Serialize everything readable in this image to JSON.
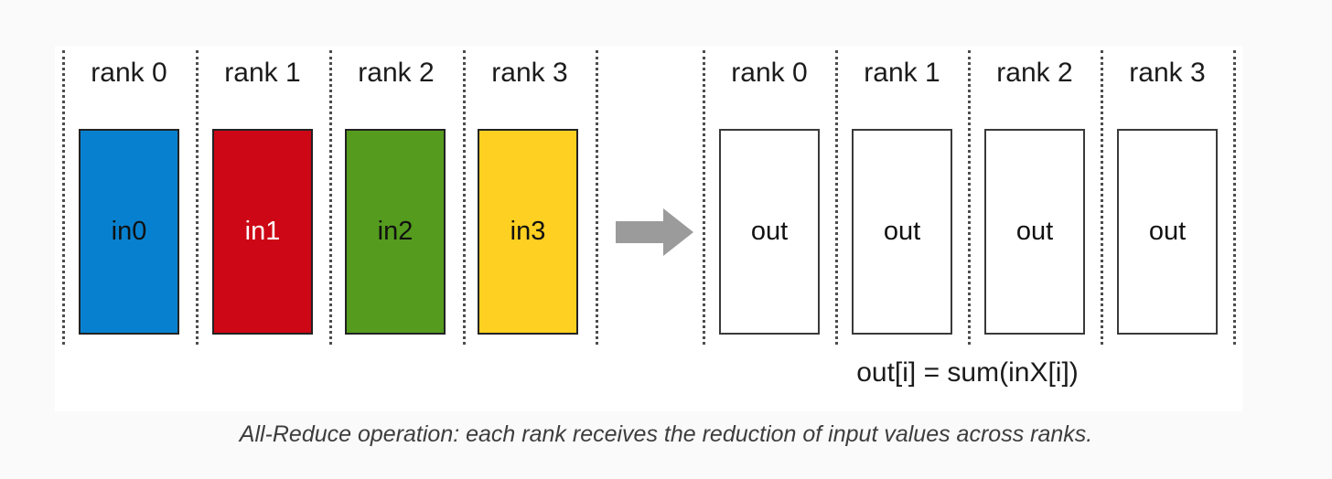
{
  "figure": {
    "caption": "All-Reduce operation: each rank receives the reduction of input values across ranks.",
    "formula": "out[i] = sum(inX[i])",
    "arrow_icon": "right-arrow-icon",
    "colors": {
      "page_background": "#fafafa",
      "panel_background": "#ffffff",
      "divider": "#4d4d4d",
      "arrow": "#9b9b9b",
      "box_border": "#232323",
      "output_box_border": "#3a3a3a",
      "text": "#1b1b1b",
      "caption_text": "#3d3d3d"
    },
    "input_group": {
      "ranks": [
        {
          "rank_label": "rank 0",
          "box_label": "in0",
          "fill": "#0781cf",
          "text_color": "#111111"
        },
        {
          "rank_label": "rank 1",
          "box_label": "in1",
          "fill": "#cd0715",
          "text_color": "#ffffff"
        },
        {
          "rank_label": "rank 2",
          "box_label": "in2",
          "fill": "#549b1e",
          "text_color": "#111111"
        },
        {
          "rank_label": "rank 3",
          "box_label": "in3",
          "fill": "#fdd021",
          "text_color": "#111111"
        }
      ]
    },
    "output_group": {
      "ranks": [
        {
          "rank_label": "rank 0",
          "box_label": "out",
          "fill": "#ffffff",
          "text_color": "#111111"
        },
        {
          "rank_label": "rank 1",
          "box_label": "out",
          "fill": "#ffffff",
          "text_color": "#111111"
        },
        {
          "rank_label": "rank 2",
          "box_label": "out",
          "fill": "#ffffff",
          "text_color": "#111111"
        },
        {
          "rank_label": "rank 3",
          "box_label": "out",
          "fill": "#ffffff",
          "text_color": "#111111"
        }
      ]
    }
  }
}
